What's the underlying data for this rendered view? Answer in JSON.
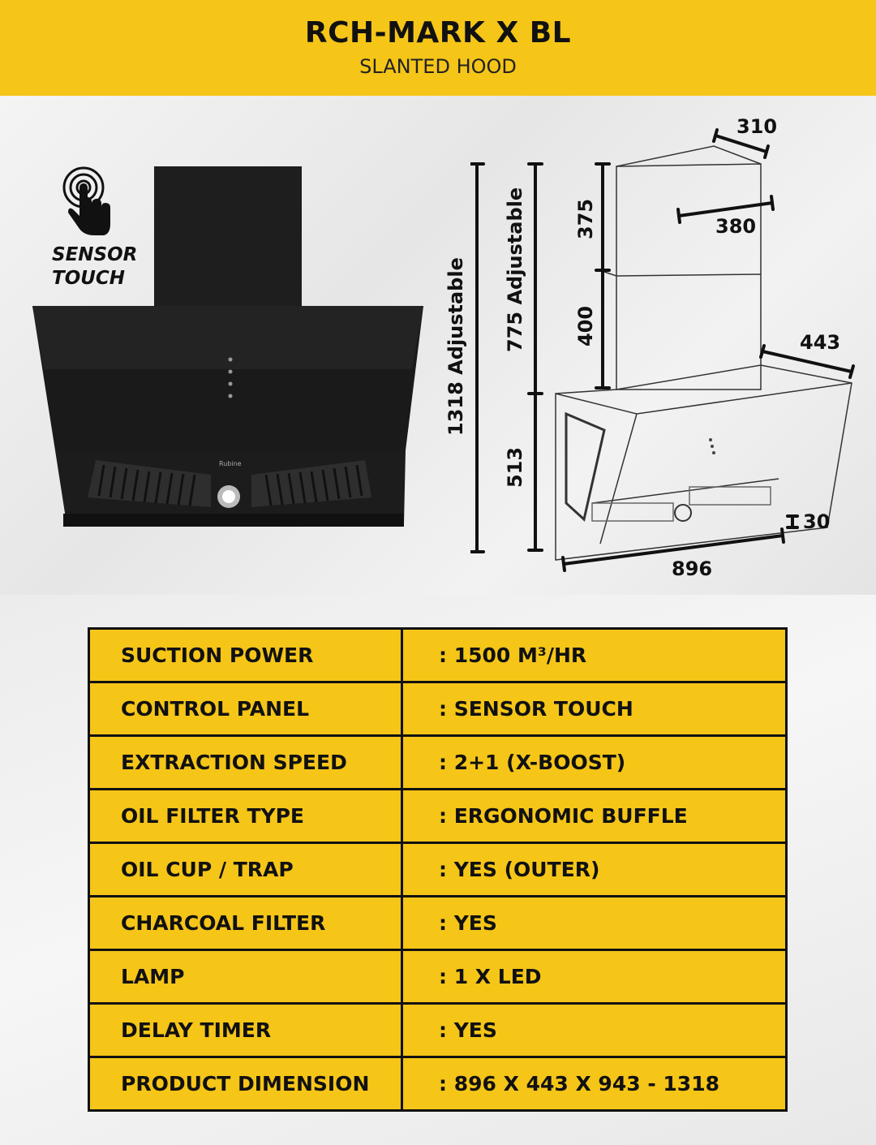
{
  "header": {
    "title": "RCH-MARK X BL",
    "subtitle": "SLANTED HOOD"
  },
  "sensor": {
    "label_line1": "SENSOR",
    "label_line2": "TOUCH",
    "icon": "hand-touch-icon"
  },
  "product_photo": {
    "brand_on_panel": "Rubine"
  },
  "dimensions": {
    "total_height": "1318 Adjustable",
    "chimney_height": "775 Adjustable",
    "hood_height": "513",
    "upper_chimney": "375",
    "lower_chimney": "400",
    "chimney_depth": "310",
    "chimney_width": "380",
    "hood_depth": "443",
    "base_thickness": "30",
    "hood_width": "896"
  },
  "specs": [
    {
      "label": "SUCTION POWER",
      "value": ": 1500 M³/HR"
    },
    {
      "label": "CONTROL PANEL",
      "value": ": SENSOR TOUCH"
    },
    {
      "label": "EXTRACTION SPEED",
      "value": ": 2+1 (X-BOOST)"
    },
    {
      "label": "OIL FILTER TYPE",
      "value": ": ERGONOMIC BUFFLE"
    },
    {
      "label": "OIL CUP / TRAP",
      "value": ": YES (OUTER)"
    },
    {
      "label": "CHARCOAL FILTER",
      "value": ": YES"
    },
    {
      "label": "LAMP",
      "value": ": 1 X LED"
    },
    {
      "label": "DELAY TIMER",
      "value": ": YES"
    },
    {
      "label": "PRODUCT DIMENSION",
      "value": ": 896 X 443 X 943 - 1318"
    }
  ],
  "colors": {
    "accent": "#f5c518",
    "text": "#111111"
  }
}
